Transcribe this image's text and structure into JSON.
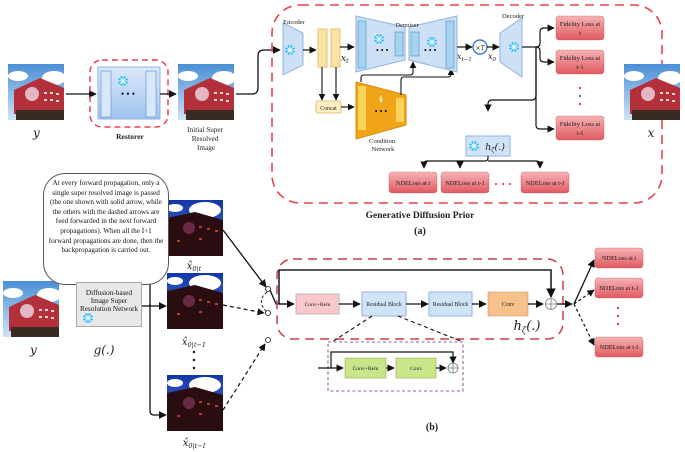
{
  "part_a": {
    "input_label": "y",
    "restorer_label": "Restorer",
    "initial_sr_label_lines": [
      "Initial Super",
      "Resolved",
      "Image"
    ],
    "encoder_label": "Encoder",
    "denoiser_label": "Denoiser",
    "decoder_label": "Decoder",
    "concat_label": "Concat",
    "condition_network_lines": [
      "Condition",
      "Network"
    ],
    "xt_label": "x_t",
    "xt1_label": "x_{t-1}",
    "loop_label": "×T",
    "x0_label": "x_0",
    "output_label": "x",
    "h_label": "h_ζ(.)",
    "fidelity_losses": [
      {
        "lines": [
          "Fidelity Loss at",
          "t"
        ]
      },
      {
        "lines": [
          "Fidelity Loss at",
          "t-1"
        ]
      },
      {
        "lines": [
          "Fidelity Loss at",
          "t-I"
        ]
      }
    ],
    "nde_losses": [
      "NDELoss at t",
      "NDELoss at t-1",
      "NDELoss at t-I"
    ],
    "group_title": "Generative Diffusion Prior",
    "caption": "(a)"
  },
  "part_b": {
    "note_text": "At every forward propagation, only a single super resolved image is passed (the one shown with solid arrow, while the others with the dashed arrows are feed forwarded in the next forward propagations). When all the I+1 forward propagations are done, then the backpropagation is carried out.",
    "input_label": "y",
    "network_label": "Diffusion-based Image Super Resolution Network",
    "network_fn_label": "g(.)",
    "sr_images": [
      "x̂_{0|t}",
      "x̂_{0|t-1}",
      "x̂_{0|t-I}"
    ],
    "blocks": [
      "Conv+Relu",
      "Residual Block",
      "Residual Block",
      "Conv"
    ],
    "residual_detail_blocks": [
      "Conv+Relu",
      "Conv"
    ],
    "h_label": "h_ζ(.)",
    "nde_losses": [
      "NDELoss at t",
      "NDELoss at t-1",
      "NDELoss at t-I"
    ],
    "caption": "(b)"
  },
  "colors": {
    "dashed_group": "#e8434f",
    "loss_fill": "#e46a6f",
    "frozen_blue": "#29b6f6",
    "conv_relu": "#f9c8cc",
    "residual": "#cfe4f7",
    "conv": "#f7c18c",
    "detail_green": "#c9e68b",
    "condition": "#f5a623"
  }
}
